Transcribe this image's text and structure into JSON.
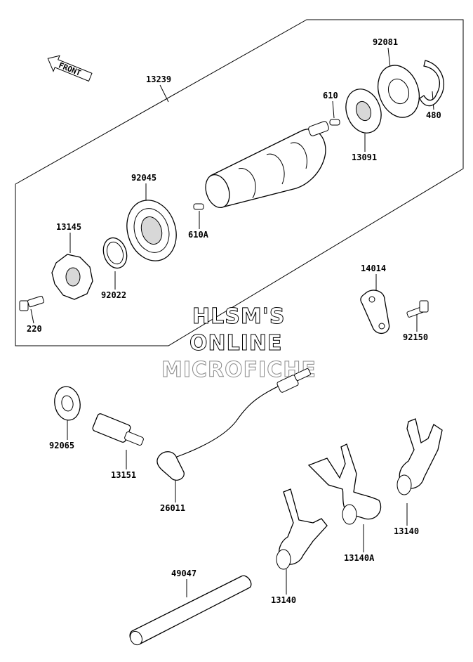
{
  "front_label": "FRONT",
  "watermark": {
    "line1": "HLSM'S",
    "line2": "ONLINE",
    "line3": "MICROFICHE"
  },
  "parts": {
    "p13239": "13239",
    "p92081": "92081",
    "p480": "480",
    "p610": "610",
    "p13091": "13091",
    "p92045": "92045",
    "p610A": "610A",
    "p13145": "13145",
    "p92022": "92022",
    "p220": "220",
    "p14014": "14014",
    "p92150": "92150",
    "p92065": "92065",
    "p13151": "13151",
    "p26011": "26011",
    "p13140_right": "13140",
    "p13140A": "13140A",
    "p13140_bottom": "13140",
    "p49047": "49047"
  }
}
